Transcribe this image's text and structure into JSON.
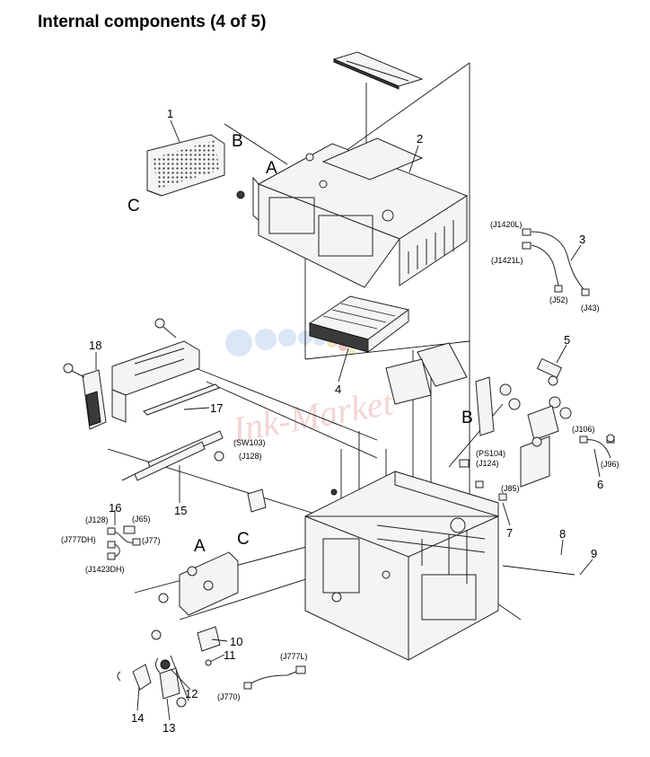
{
  "title": "Internal components (4 of 5)",
  "callouts": {
    "c1": "1",
    "c2": "2",
    "c3": "3",
    "c4": "4",
    "c5": "5",
    "c6": "6",
    "c7": "7",
    "c8": "8",
    "c9": "9",
    "c10": "10",
    "c11": "11",
    "c12": "12",
    "c13": "13",
    "c14": "14",
    "c15": "15",
    "c16": "16",
    "c17": "17",
    "c18": "18"
  },
  "letters": {
    "a_top": "A",
    "b_top": "B",
    "c_top": "C",
    "b_right": "B",
    "a_low": "A",
    "c_low": "C"
  },
  "connectors": {
    "j1420l": "(J1420L)",
    "j1421l": "(J1421L)",
    "j52": "(J52)",
    "j43": "(J43)",
    "j106": "(J106)",
    "j96": "(J96)",
    "ps104": "(PS104)",
    "j124": "(J124)",
    "j85": "(J85)",
    "sw103": "(SW103)",
    "j128a": "(J128)",
    "j128b": "(J128)",
    "j65": "(J65)",
    "j777dh": "(J777DH)",
    "j77": "(J77)",
    "j1423dh": "(J1423DH)",
    "j777l": "(J777L)",
    "j770": "(J770)"
  },
  "watermark": "Ink-Market"
}
